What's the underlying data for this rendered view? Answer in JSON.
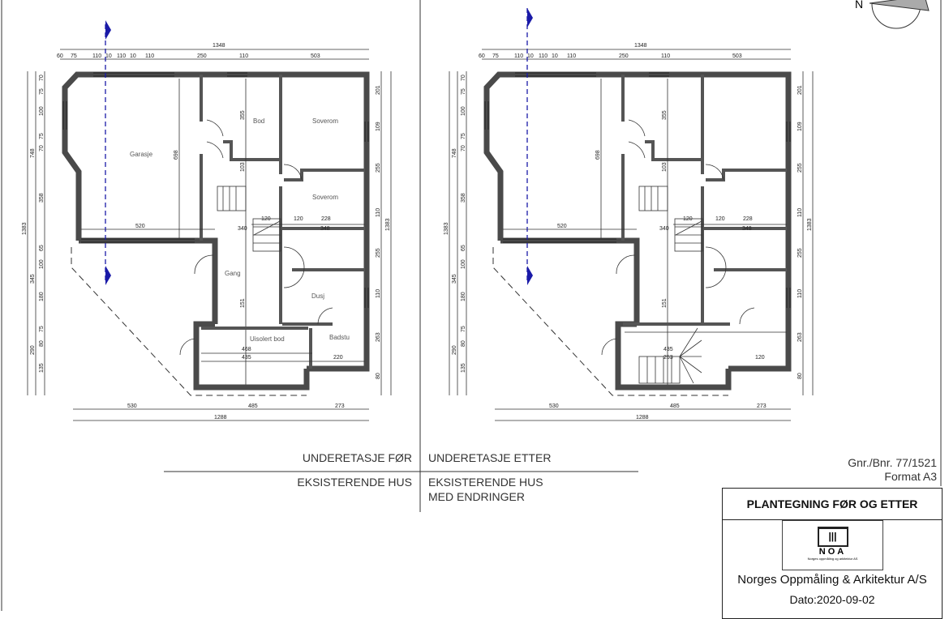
{
  "drawing": {
    "title": "PLANTEGNING FØR OG ETTER",
    "gnr_bnr": "Gnr./Bnr. 77/1521",
    "format": "Format A3",
    "company": "Norges Oppmåling & Arkitektur A/S",
    "date": "Dato:2020-09-02",
    "logo_text": "NOA",
    "logo_subtext": "Norges oppmåling og arkitektur AS",
    "north_label": "N"
  },
  "plans": [
    {
      "name": "UNDERETASJE FØR",
      "subtitle": "EKSISTERENDE HUS",
      "rooms": [
        "Garasje",
        "Bod",
        "Soverom",
        "Soverom",
        "Gang",
        "Dusj",
        "Uisolert bod",
        "Badstu"
      ],
      "top_total": "1348",
      "top_dims": [
        "60",
        "75",
        "110",
        "10",
        "110",
        "10",
        "110",
        "250",
        "110",
        "503"
      ],
      "bottom_dims": [
        "530",
        "485",
        "273"
      ],
      "bottom_total": "1288",
      "left_total": "1383",
      "left_mid": [
        "748",
        "345",
        "290"
      ],
      "left_dims": [
        "70",
        "75",
        "100",
        "75",
        "70",
        "358",
        "65",
        "100",
        "180",
        "75",
        "80",
        "135"
      ],
      "right_total": "1383",
      "right_dims": [
        "201",
        "109",
        "255",
        "110",
        "255",
        "110",
        "263",
        "80"
      ],
      "inner_dims": [
        "698",
        "520",
        "355",
        "103",
        "120",
        "340",
        "120",
        "228",
        "348",
        "151",
        "468",
        "435",
        "220"
      ]
    },
    {
      "name": "UNDERETASJE ETTER",
      "subtitle": "EKSISTERENDE HUS",
      "subtitle2": "MED ENDRINGER",
      "top_total": "1348",
      "top_dims": [
        "60",
        "75",
        "110",
        "10",
        "110",
        "10",
        "110",
        "250",
        "110",
        "503"
      ],
      "bottom_dims": [
        "530",
        "485",
        "273"
      ],
      "bottom_total": "1288",
      "left_total": "1383",
      "left_mid": [
        "748",
        "345",
        "290"
      ],
      "left_dims": [
        "70",
        "75",
        "100",
        "75",
        "70",
        "358",
        "65",
        "100",
        "180",
        "75",
        "80",
        "135"
      ],
      "right_total": "1383",
      "right_dims": [
        "201",
        "109",
        "255",
        "110",
        "255",
        "110",
        "263",
        "80"
      ],
      "inner_dims": [
        "698",
        "520",
        "355",
        "103",
        "120",
        "340",
        "120",
        "228",
        "348",
        "151",
        "435",
        "253",
        "120"
      ]
    }
  ],
  "colors": {
    "section_line": "#1a1aa8",
    "wall": "#4a4a4a"
  }
}
